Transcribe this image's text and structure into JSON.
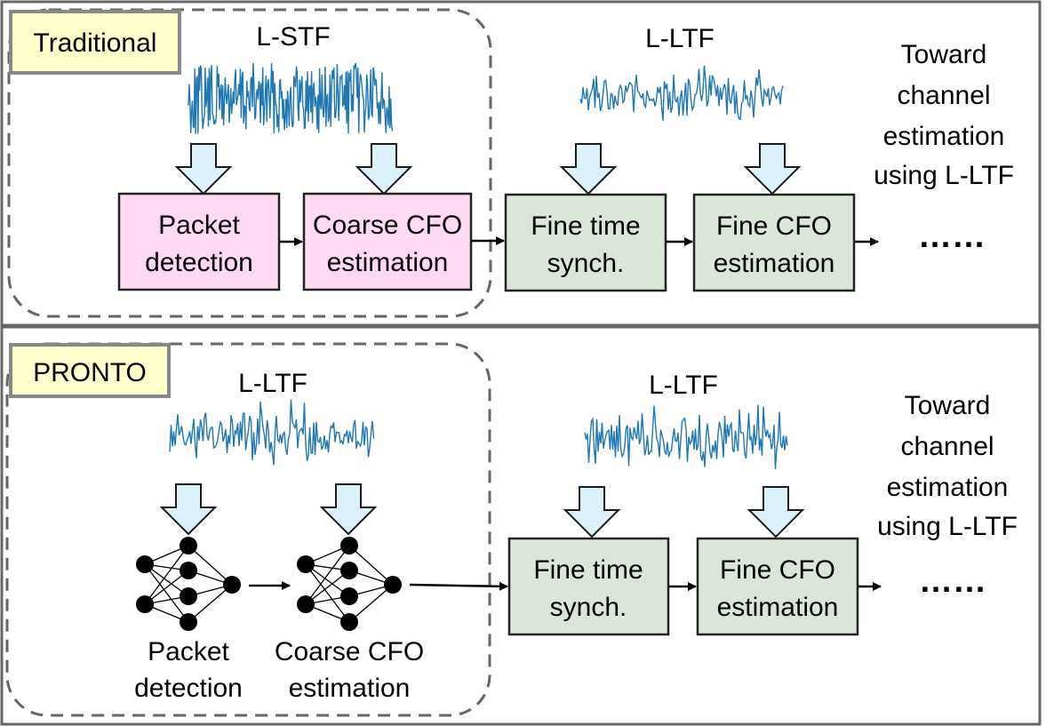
{
  "colors": {
    "traditional_badge_fill": "#ffffcc",
    "pink_box_fill": "#ffd9f2",
    "green_box_fill": "#dae6d8",
    "arrow_fill": "#ddf1fb",
    "arrow_stroke": "#1a1a1a",
    "waveform_stroke": "#1f77b4",
    "dashed_group_stroke": "#666666"
  },
  "top": {
    "badge": "Traditional",
    "signal_stf": "L-STF",
    "signal_ltf": "L-LTF",
    "box_packet": [
      "Packet",
      "detection"
    ],
    "box_coarse": [
      "Coarse CFO",
      "estimation"
    ],
    "box_fine_time": [
      "Fine time",
      "synch."
    ],
    "box_fine_cfo": [
      "Fine CFO",
      "estimation"
    ],
    "toward": [
      "Toward",
      "channel",
      "estimation",
      "using L-LTF"
    ],
    "ellipsis": "……"
  },
  "bottom": {
    "badge": "PRONTO",
    "signal_ltf_left": "L-LTF",
    "signal_ltf_right": "L-LTF",
    "nn_packet": [
      "Packet",
      "detection"
    ],
    "nn_coarse": [
      "Coarse CFO",
      "estimation"
    ],
    "box_fine_time": [
      "Fine time",
      "synch."
    ],
    "box_fine_cfo": [
      "Fine CFO",
      "estimation"
    ],
    "toward": [
      "Toward",
      "channel",
      "estimation",
      "using L-LTF"
    ],
    "ellipsis": "……"
  }
}
